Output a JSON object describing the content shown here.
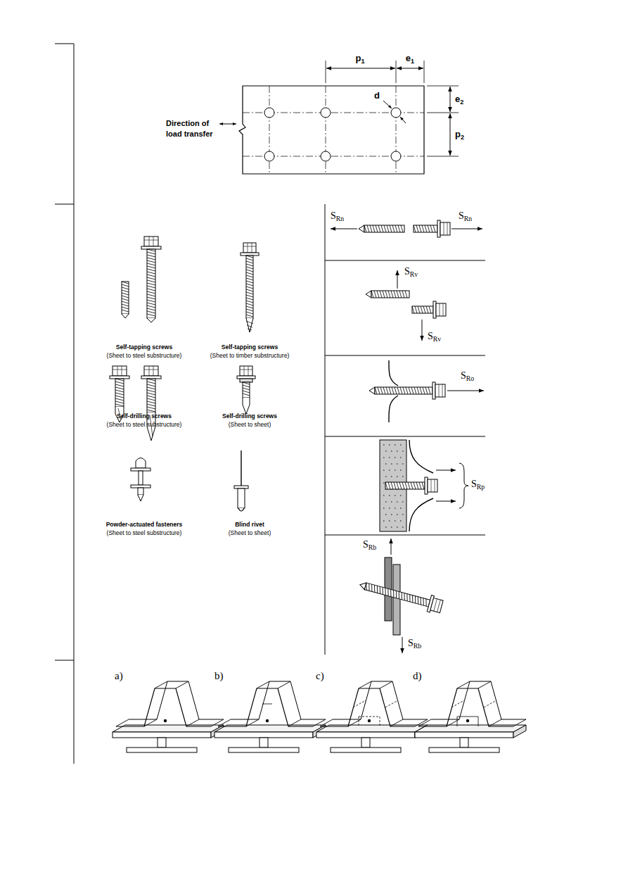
{
  "diagram": {
    "labels": [
      "p1",
      "e1",
      "e2",
      "d",
      "p2",
      "Direction of",
      "load transfer",
      "Self-tapping screws",
      "(Sheet to steel substructure)",
      "Self-tapping screws",
      "(Sheet to timber substructure)",
      "Self-drilling screws",
      "(Sheet to steel substructure)",
      "Self-drilling screws",
      "(Sheet to sheet)",
      "Powder-actuated fasteners",
      "(Sheet to steel substructure)",
      "Blind rivet",
      "(Sheet to sheet)",
      "SRn",
      "SRn",
      "SRv",
      "SRv",
      "SRo",
      "SRp",
      "SRb",
      "SRb",
      "a)",
      "b)",
      "c)",
      "d)"
    ]
  }
}
